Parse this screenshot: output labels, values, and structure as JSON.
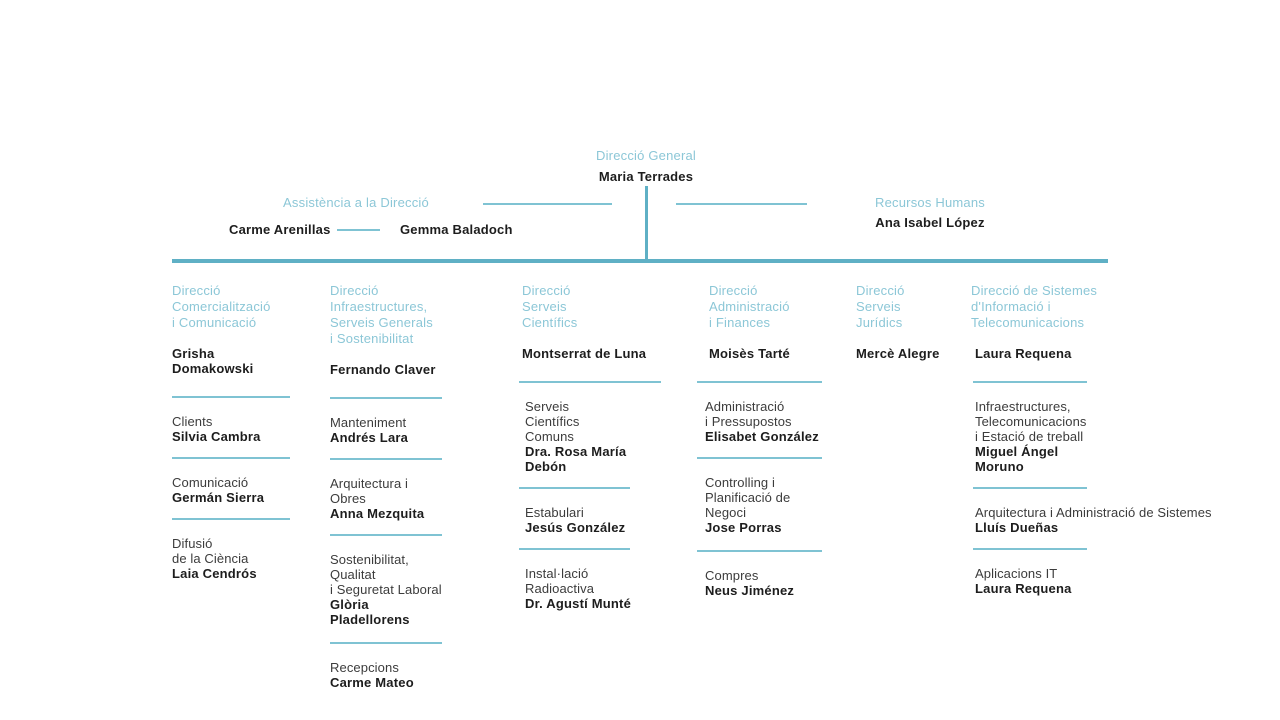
{
  "colors": {
    "heading_blue": "#8cc7d7",
    "line_blue": "#7fc3d3",
    "bar_teal": "#5fb0c5",
    "name_black": "#1d1d1d",
    "label_gray": "#3c3c3c"
  },
  "top": {
    "dept": "Direcció General",
    "name": "Maria Terrades"
  },
  "assistencia": {
    "dept": "Assistència a la Direcció",
    "name1": "Carme Arenillas",
    "name2": "Gemma Baladoch"
  },
  "recursos_humans": {
    "dept": "Recursos Humans",
    "name": "Ana Isabel López"
  },
  "columns": [
    {
      "dept": "Direcció\nComercialització\ni Comunicació",
      "head": "Grisha Domakowski",
      "units": [
        {
          "label": "Clients",
          "name": "Silvia Cambra"
        },
        {
          "label": "Comunicació",
          "name": "Germán Sierra"
        },
        {
          "label": "Difusió\nde la Ciència",
          "name": "Laia Cendrós"
        }
      ]
    },
    {
      "dept": "Direcció Infraestructures,\nServeis Generals\ni Sostenibilitat",
      "head": "Fernando Claver",
      "units": [
        {
          "label": "Manteniment",
          "name": "Andrés Lara"
        },
        {
          "label": "Arquitectura i Obres",
          "name": "Anna Mezquita"
        },
        {
          "label": "Sostenibilitat, Qualitat\ni Seguretat Laboral",
          "name": "Glòria Pladellorens"
        },
        {
          "label": "Recepcions",
          "name": "Carme Mateo"
        }
      ]
    },
    {
      "dept": "Direcció\nServeis\nCientífics",
      "head": "Montserrat de Luna",
      "units": [
        {
          "label": "Serveis\nCientífics\nComuns",
          "name": "Dra. Rosa María\nDebón"
        },
        {
          "label": "Estabulari",
          "name": "Jesús González"
        },
        {
          "label": "Instal·lació\nRadioactiva",
          "name": "Dr. Agustí Munté"
        }
      ]
    },
    {
      "dept": "Direcció\nAdministració\ni Finances",
      "head": "Moisès Tarté",
      "units": [
        {
          "label": "Administració\ni Pressupostos",
          "name": "Elisabet González"
        },
        {
          "label": "Controlling i\nPlanificació de Negoci",
          "name": "Jose Porras"
        },
        {
          "label": "Compres",
          "name": "Neus Jiménez"
        }
      ]
    },
    {
      "dept": "Direcció\nServeis\nJurídics",
      "head": "Mercè Alegre",
      "units": []
    },
    {
      "dept": "Direcció de Sistemes\nd'Informació i\nTelecomunicacions",
      "head": "Laura Requena",
      "units": [
        {
          "label": "Infraestructures,\nTelecomunicacions\ni Estació de treball",
          "name": "Miguel Ángel\nMoruno"
        },
        {
          "label": "Arquitectura i Administració\nde Sistemes",
          "name": "Lluís Dueñas"
        },
        {
          "label": "Aplicacions IT",
          "name": "Laura Requena"
        }
      ]
    }
  ]
}
